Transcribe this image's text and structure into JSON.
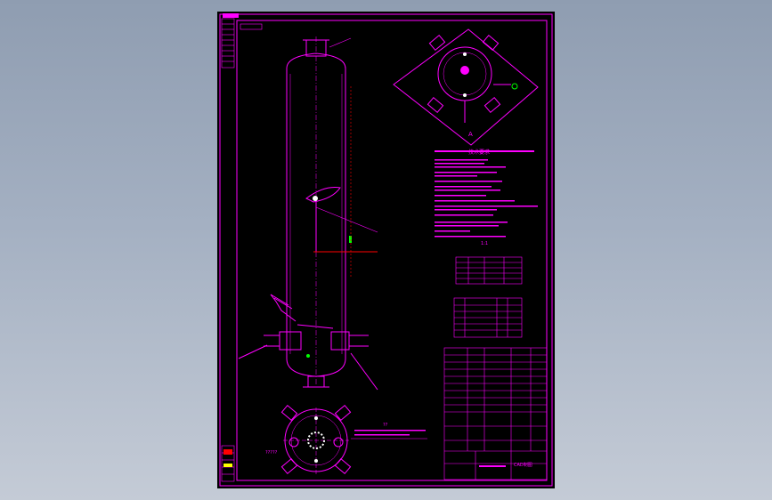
{
  "app": {
    "title": "CAD drawing viewer",
    "background_color": "#9aa6b8",
    "sheet_color": "#000000",
    "line_color": "#ff00ff",
    "accent_colors": [
      "#ffffff",
      "#00ff00",
      "#ff0000",
      "#ffff00"
    ]
  },
  "drawing": {
    "labels": {
      "top_view_label": "A",
      "notes_heading": "技术要求",
      "scale_text": "1:1",
      "title_block_label": "CAD制图",
      "bottom_annotation": "??",
      "bottom_left_annotation": "?????"
    },
    "tables": {
      "nozzle_table_rows": 5,
      "parts_table_rows": 6,
      "bom_rows": 14
    }
  }
}
